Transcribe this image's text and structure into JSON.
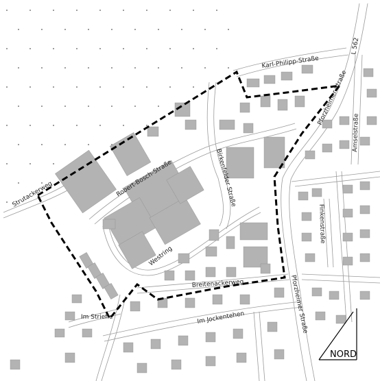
{
  "streets": {
    "karl_philipp": "Karl-Philipp-Straße",
    "l562": "L 562",
    "pforzheimer_top": "Pforzheimer Straße",
    "pforzheimer_bottom": "Pforzheimer Straße",
    "amselstrasse": "Amselstraße",
    "finkenstrasse": "Finkenstraße",
    "strutackerweg": "Strutackerweg",
    "robert_bosch": "Robert-Bosch-Straße",
    "birkenfelder": "Birkenfelder Straße",
    "westring": "Westring",
    "breitenackerweg": "Breitenackerweg",
    "im_jockentehen": "Im Jockentehen",
    "im_striefle": "Im Striefle"
  },
  "north_arrow": {
    "label": "NORD"
  }
}
